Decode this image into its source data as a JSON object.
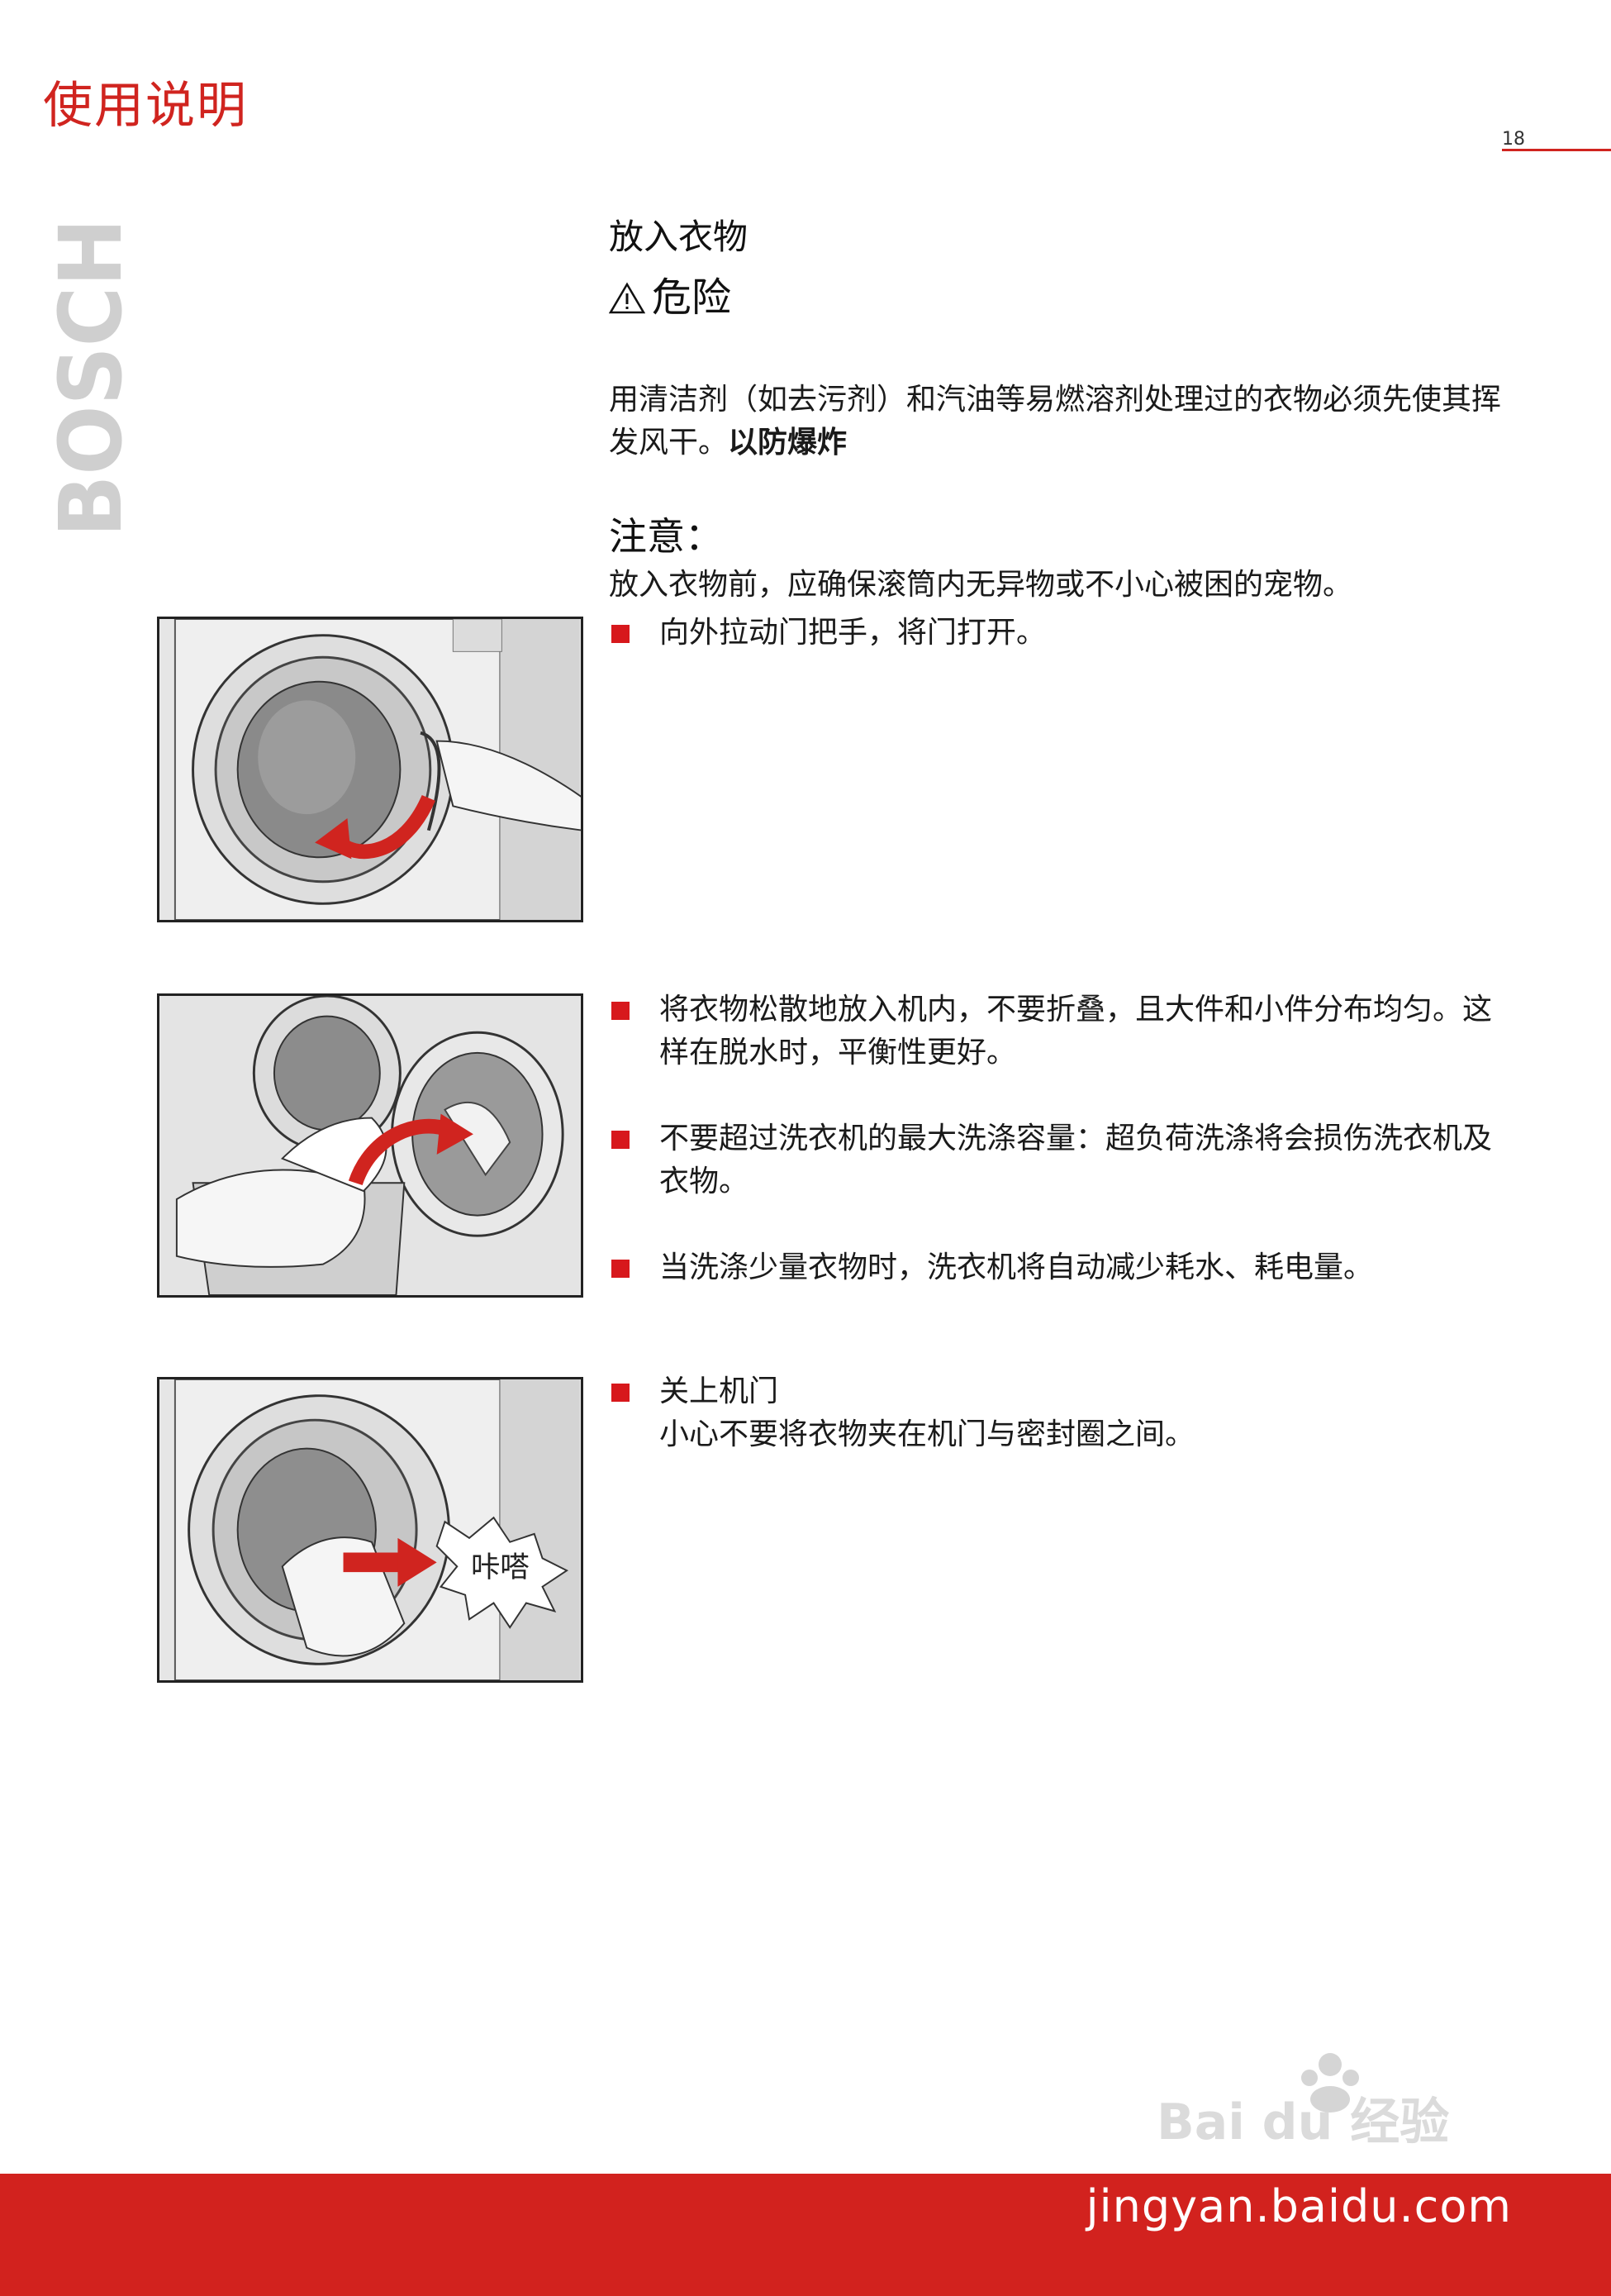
{
  "header": {
    "title": "使用说明",
    "page_number": "18"
  },
  "brand": {
    "logo_text": "BOSCH"
  },
  "section": {
    "title": "放入衣物",
    "danger_label": "危险",
    "danger_text": "用清洁剂（如去污剂）和汽油等易燃溶剂处理过的衣物必须先使其挥发风干。",
    "danger_text_bold": "以防爆炸",
    "notice_title": "注意：",
    "notice_text": "放入衣物前，应确保滚筒内无异物或不小心被困的宠物。"
  },
  "steps": [
    {
      "text": "向外拉动门把手，将门打开。"
    },
    {
      "text": "将衣物松散地放入机内，不要折叠，且大件和小件分布均匀。这样在脱水时，平衡性更好。"
    },
    {
      "text": "不要超过洗衣机的最大洗涤容量：超负荷洗涤将会损伤洗衣机及衣物。"
    },
    {
      "text": "当洗涤少量衣物时，洗衣机将自动减少耗水、耗电量。"
    },
    {
      "text": "关上机门",
      "subtext": "小心不要将衣物夹在机门与密封圈之间。"
    }
  ],
  "figures": {
    "close_door_sound": "咔嗒"
  },
  "watermark": {
    "text": "Bai du 经验"
  },
  "footer": {
    "url": "jingyan.baidu.com"
  },
  "colors": {
    "accent": "#d0241f",
    "footer_band": "#d2221e",
    "bullet": "#d7181c"
  },
  "icons": {
    "warning": "warning-triangle-icon",
    "bullet": "square-bullet-icon"
  }
}
